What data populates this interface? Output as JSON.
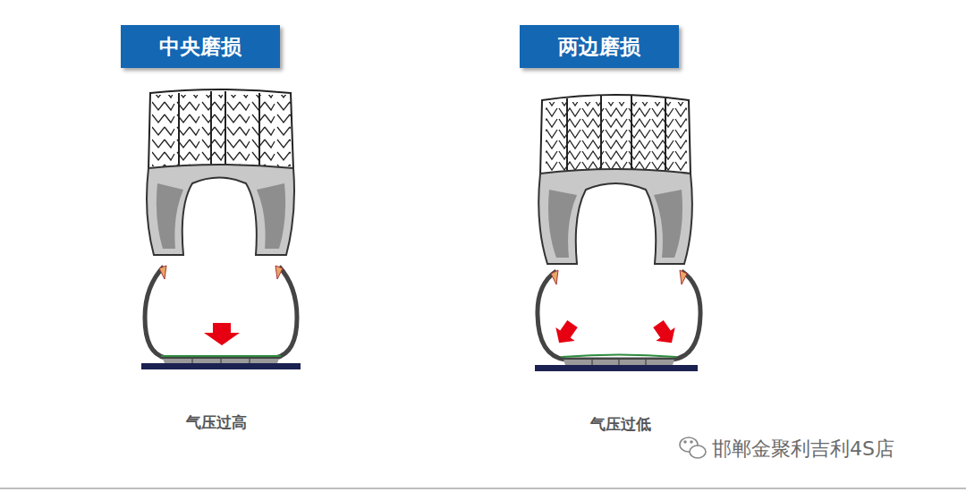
{
  "diagram": {
    "nodes": [
      {
        "text": [
          "中央磨损"
        ]
      },
      {
        "text": [
          "两边磨损"
        ]
      }
    ],
    "labels": [
      "气压过高",
      "气压过低",
      "邯郸金聚利吉利4S店"
    ]
  }
}
